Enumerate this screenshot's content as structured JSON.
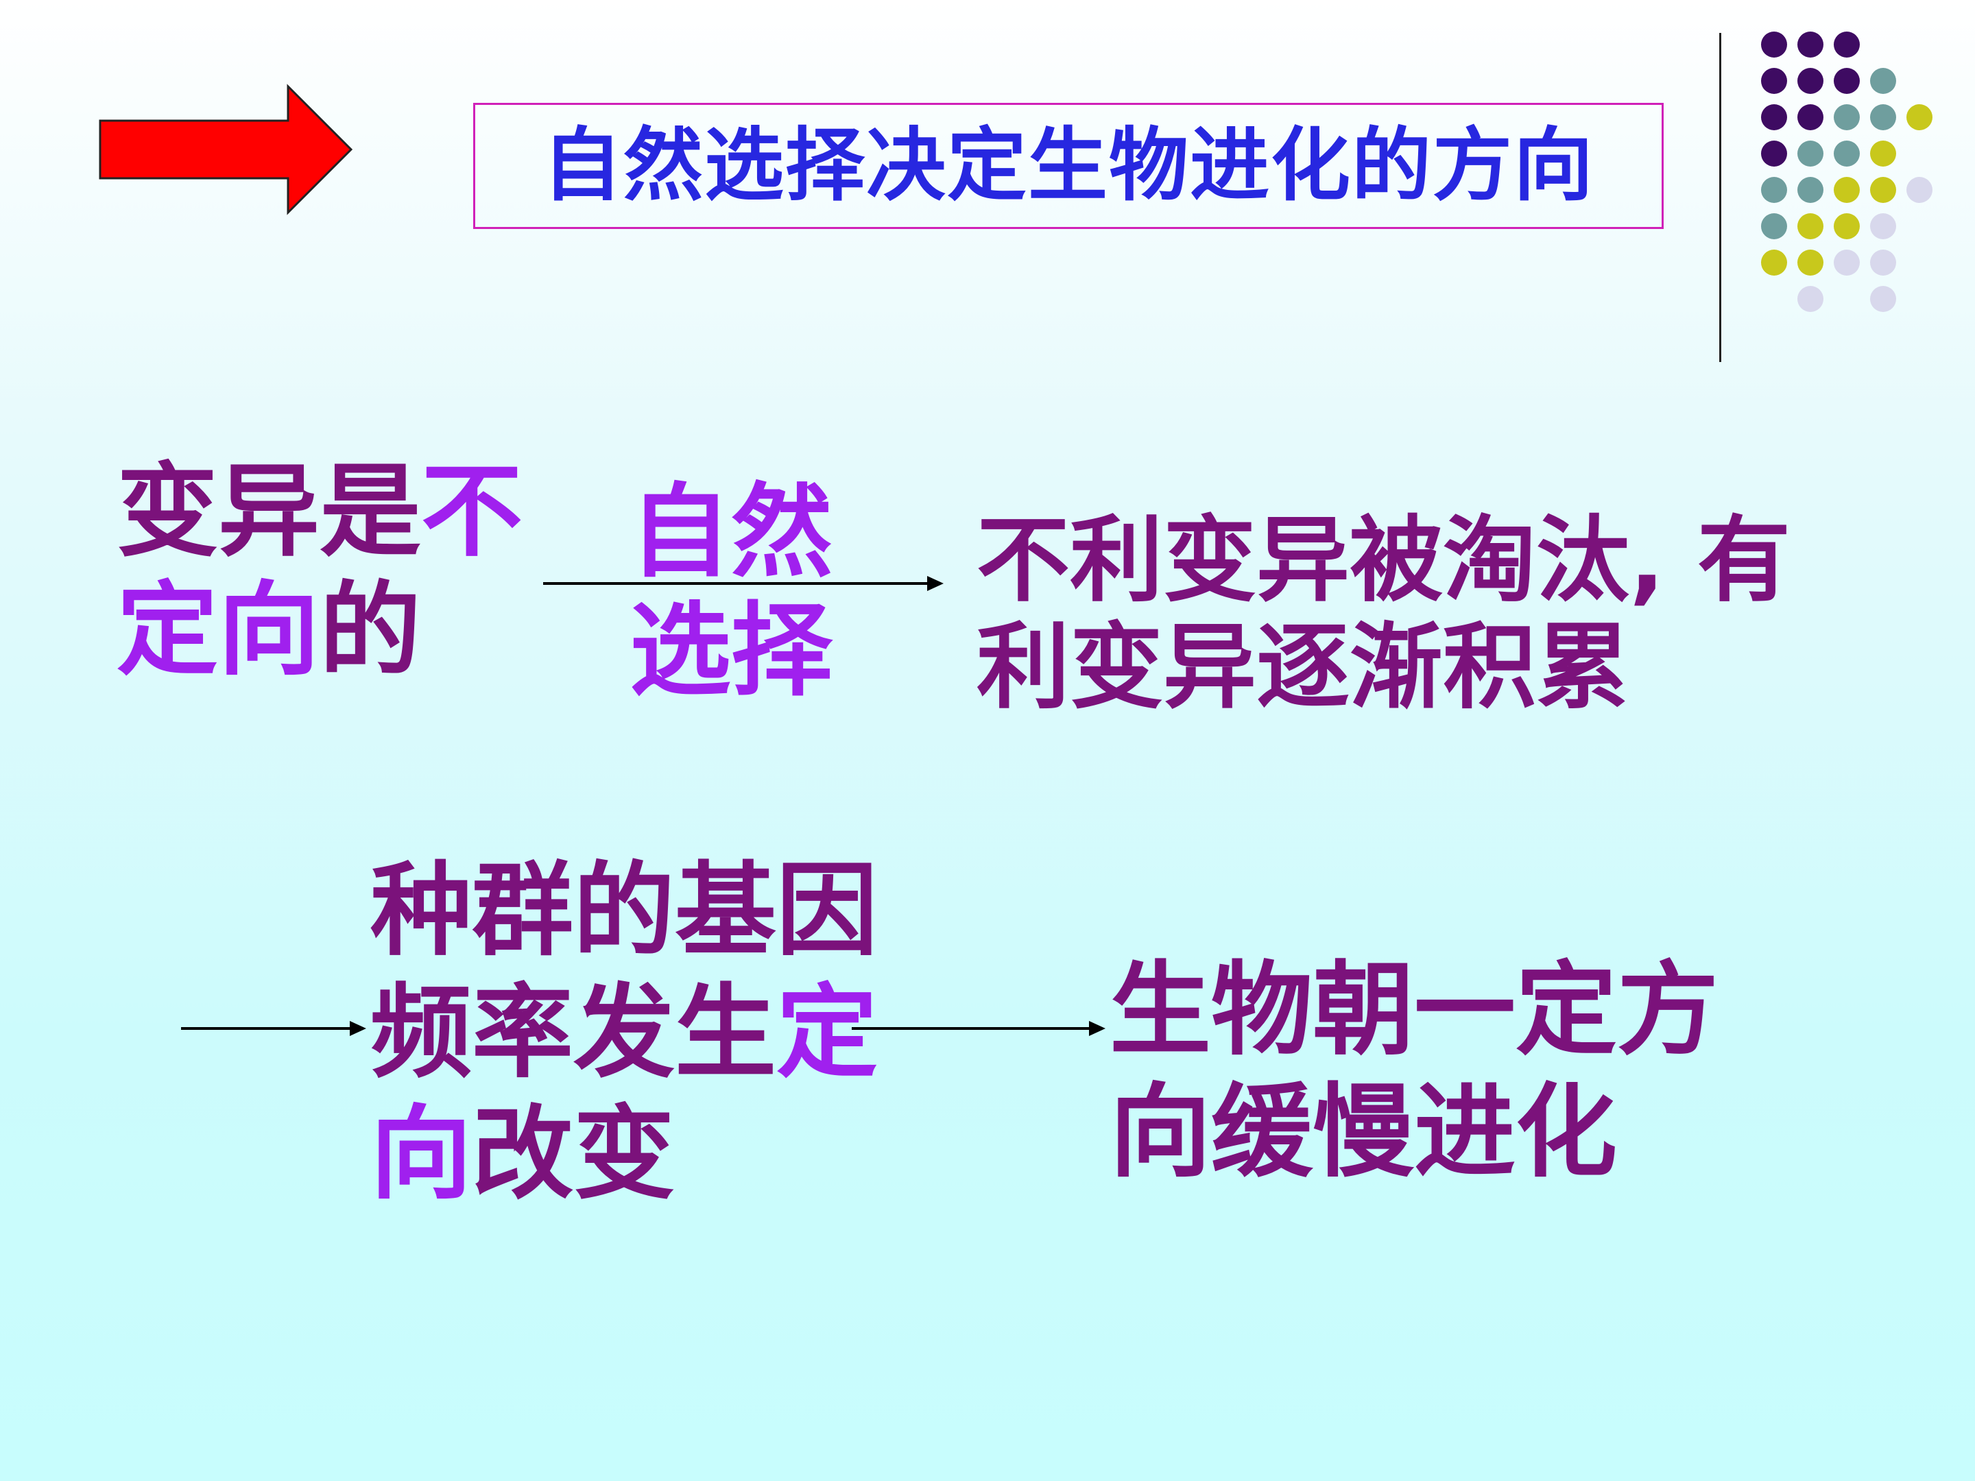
{
  "slide": {
    "title": "自然选择决定生物进化的方向",
    "variation": {
      "line1_a": "变异是",
      "line1_b": "不",
      "line2_a": "定向",
      "line2_b": "的"
    },
    "natural_selection": {
      "line1": "自然",
      "line2": "选择"
    },
    "result": {
      "line1": "不利变异被淘汰, 有",
      "line2": "利变异逐渐积累"
    },
    "frequency": {
      "line1": "种群的基因",
      "line2_a": "频率发生",
      "line2_b": "定",
      "line3_a": "向",
      "line3_b": "改变"
    },
    "evolution": {
      "line1": "生物朝一定方",
      "line2": "向缓慢进化"
    }
  },
  "colors": {
    "title": "#2727e0",
    "title_border": "#d020b8",
    "body_text": "#7b127b",
    "highlight": "#a020ee",
    "arrow_fill": "#ff0000",
    "dot_dark_purple": "#3e0b62",
    "dot_teal": "#6f9e9e",
    "dot_yellow": "#c8c81c",
    "dot_lavender": "#d8d8ec"
  },
  "icons": {
    "header_arrow": "right-arrow-icon",
    "connector_arrows": "arrow-right-line"
  }
}
